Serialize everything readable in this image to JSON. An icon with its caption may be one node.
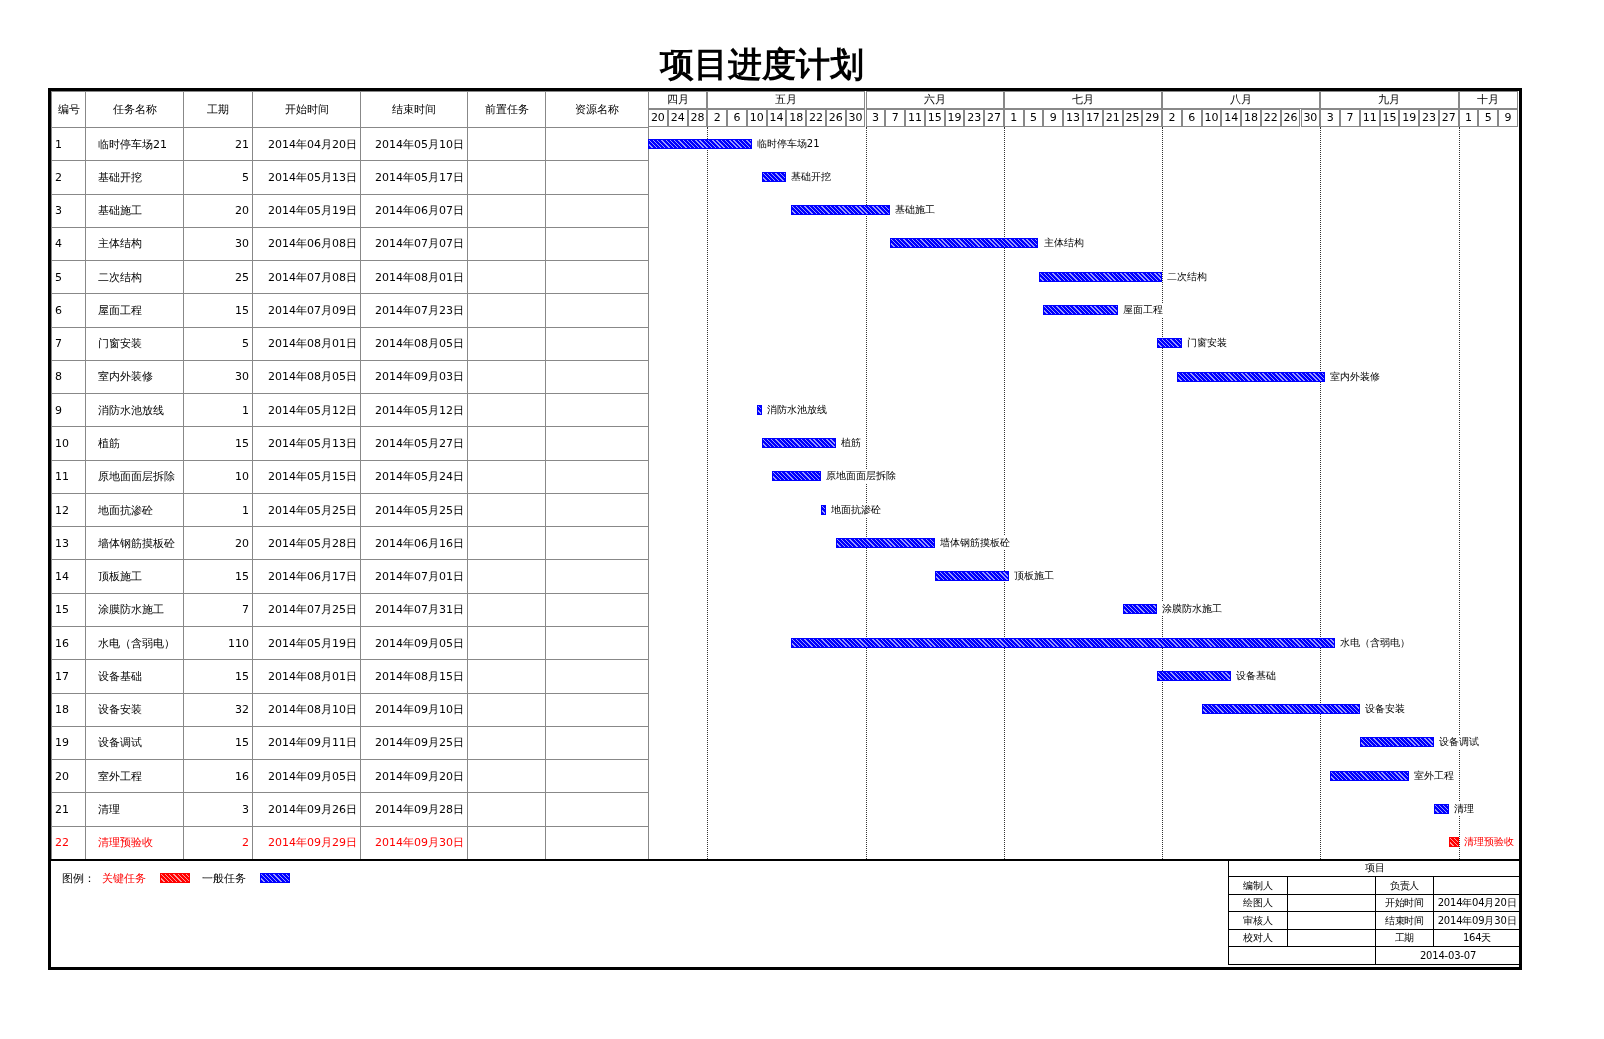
{
  "diagram": {
    "title": "项目进度计划",
    "nodes": [
      {
        "text": [],
        "shape": "bar",
        "beside": [
          "临时停车场21"
        ]
      },
      {
        "text": [],
        "shape": "bar",
        "beside": [
          "基础开挖"
        ]
      },
      {
        "text": [],
        "shape": "bar",
        "beside": [
          "基础施工"
        ]
      },
      {
        "text": [],
        "shape": "bar",
        "beside": [
          "主体结构"
        ]
      },
      {
        "text": [],
        "shape": "bar",
        "beside": [
          "二次结构"
        ]
      },
      {
        "text": [],
        "shape": "bar",
        "beside": [
          "屋面工程"
        ]
      },
      {
        "text": [],
        "shape": "bar",
        "beside": [
          "门窗安装"
        ]
      },
      {
        "text": [],
        "shape": "bar",
        "beside": [
          "室内外装修"
        ]
      },
      {
        "text": [],
        "shape": "bar",
        "beside": [
          "消防水池放线"
        ]
      },
      {
        "text": [],
        "shape": "bar",
        "beside": [
          "植筋"
        ]
      },
      {
        "text": [],
        "shape": "bar",
        "beside": [
          "原地面面层拆除"
        ]
      },
      {
        "text": [],
        "shape": "bar",
        "beside": [
          "地面抗渗砼"
        ]
      },
      {
        "text": [],
        "shape": "bar",
        "beside": [
          "墙体钢筋摸板砼"
        ]
      },
      {
        "text": [],
        "shape": "bar",
        "beside": [
          "顶板施工"
        ]
      },
      {
        "text": [],
        "shape": "bar",
        "beside": [
          "涂膜防水施工"
        ]
      },
      {
        "text": [],
        "shape": "bar",
        "beside": [
          "水电（含弱电）"
        ]
      },
      {
        "text": [],
        "shape": "bar",
        "beside": [
          "设备基础"
        ]
      },
      {
        "text": [],
        "shape": "bar",
        "beside": [
          "设备安装"
        ]
      },
      {
        "text": [],
        "shape": "bar",
        "beside": [
          "设备调试"
        ]
      },
      {
        "text": [],
        "shape": "bar",
        "beside": [
          "室外工程"
        ]
      },
      {
        "text": [],
        "shape": "bar",
        "beside": [
          "清理"
        ]
      },
      {
        "text": [],
        "shape": "bar",
        "beside": [
          "清理预验收"
        ]
      }
    ],
    "labels": [
      "编号",
      "任务名称",
      "工期",
      "开始时间",
      "结束时间",
      "前置任务",
      "资源名称",
      "四月",
      "五月",
      "六月",
      "七月",
      "八月",
      "九月",
      "十月",
      "20",
      "24",
      "28",
      "2",
      "6",
      "10",
      "14",
      "18",
      "22",
      "26",
      "30",
      "3",
      "7",
      "11",
      "15",
      "19",
      "23",
      "27",
      "1",
      "5",
      "9",
      "13",
      "17",
      "21",
      "25",
      "29",
      "2",
      "6",
      "10",
      "14",
      "18",
      "22",
      "26",
      "30",
      "3",
      "7",
      "11",
      "15",
      "19",
      "23",
      "27",
      "1",
      "5",
      "9",
      "1",
      "临时停车场21",
      "21",
      "2014年04月20日",
      "2014年05月10日",
      "2",
      "基础开挖",
      "5",
      "2014年05月13日",
      "2014年05月17日",
      "3",
      "基础施工",
      "20",
      "2014年05月19日",
      "2014年06月07日",
      "4",
      "主体结构",
      "30",
      "2014年06月08日",
      "2014年07月07日",
      "5",
      "二次结构",
      "25",
      "2014年07月08日",
      "2014年08月01日",
      "6",
      "屋面工程",
      "15",
      "2014年07月09日",
      "2014年07月23日",
      "7",
      "门窗安装",
      "5",
      "2014年08月01日",
      "2014年08月05日",
      "8",
      "室内外装修",
      "30",
      "2014年08月05日",
      "2014年09月03日",
      "9",
      "消防水池放线",
      "1",
      "2014年05月12日",
      "2014年05月12日",
      "10",
      "植筋",
      "15",
      "2014年05月13日",
      "2014年05月27日",
      "11",
      "原地面面层拆除",
      "10",
      "2014年05月15日",
      "2014年05月24日",
      "12",
      "地面抗渗砼",
      "1",
      "2014年05月25日",
      "2014年05月25日",
      "13",
      "墙体钢筋摸板砼",
      "20",
      "2014年05月28日",
      "2014年06月16日",
      "14",
      "顶板施工",
      "15",
      "2014年06月17日",
      "2014年07月01日",
      "15",
      "涂膜防水施工",
      "7",
      "2014年07月25日",
      "2014年07月31日",
      "16",
      "水电（含弱电）",
      "110",
      "2014年05月19日",
      "2014年09月05日",
      "17",
      "设备基础",
      "15",
      "2014年08月01日",
      "2014年08月15日",
      "18",
      "设备安装",
      "32",
      "2014年08月10日",
      "2014年09月10日",
      "19",
      "设备调试",
      "15",
      "2014年09月11日",
      "2014年09月25日",
      "20",
      "室外工程",
      "16",
      "2014年09月05日",
      "2014年09月20日",
      "21",
      "清理",
      "3",
      "2014年09月26日",
      "2014年09月28日",
      "22",
      "清理预验收",
      "2",
      "2014年09月29日",
      "2014年09月30日",
      "图例：",
      "项目",
      "编制人",
      "负责人",
      "绘图人",
      "开始时间",
      "2014年04月20日",
      "审核人",
      "结束时间",
      "2014年09月30日",
      "校对人",
      "工期",
      "164天",
      "2014-03-07"
    ],
    "legend": [
      {
        "text": "关键任务",
        "color": "#ff0000"
      },
      {
        "text": "一般任务",
        "color": "#0000ff"
      }
    ]
  }
}
